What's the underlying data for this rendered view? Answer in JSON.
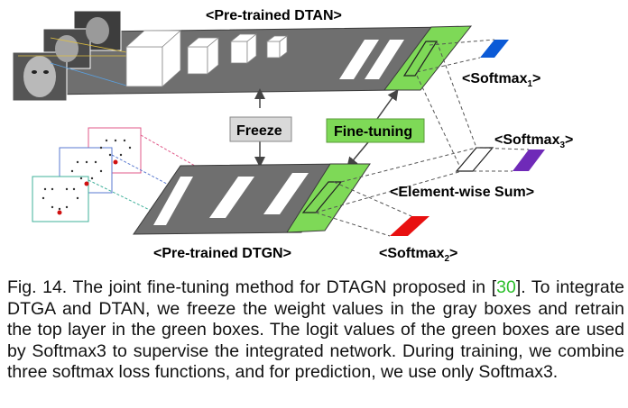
{
  "figure": {
    "dtan_label": "<Pre-trained DTAN>",
    "dtgn_label": "<Pre-trained DTGN>",
    "freeze_label": "Freeze",
    "finetune_label": "Fine-tuning",
    "softmax1": {
      "base": "<Softmax",
      "sub": "1",
      "end": ">"
    },
    "softmax2": {
      "base": "<Softmax",
      "sub": "2",
      "end": ">"
    },
    "softmax3": {
      "base": "<Softmax",
      "sub": "3",
      "end": ">"
    },
    "sum_label": "<Element-wise Sum>",
    "colors": {
      "gray_box": "#6f6f6f",
      "green_box": "#7ed957",
      "freeze_bg": "#d9d9d9",
      "finetune_bg": "#7ed957",
      "softmax1": "#0b5ad6",
      "softmax2": "#e81010",
      "softmax3": "#6f2ab8"
    }
  },
  "caption": {
    "before_ref": "Fig. 14. The joint fine-tuning method for DTAGN proposed in [",
    "ref": "30",
    "after_ref": "]. To integrate DTGA and DTAN, we freeze the weight values in the gray boxes and retrain the top layer in the green boxes. The logit values of the green boxes are used by Softmax3 to supervise the integrated network. During training, we combine three softmax loss functions, and for prediction, we use only Softmax3."
  }
}
